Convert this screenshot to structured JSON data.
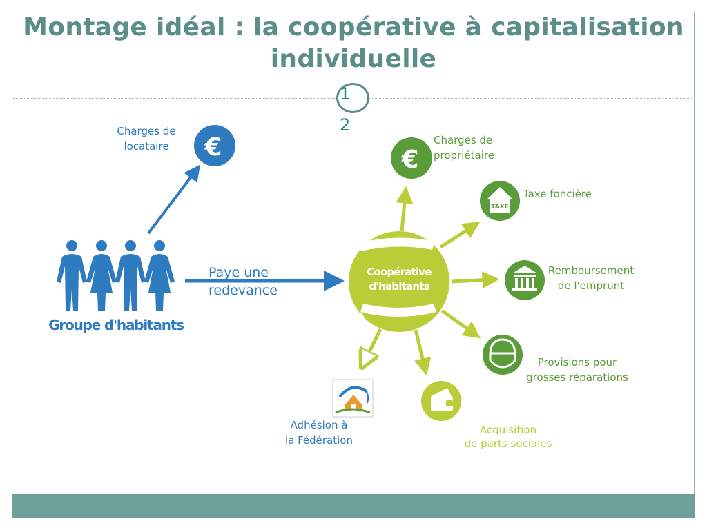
{
  "title": {
    "line1": "Montage idéal : la coopérative à capitalisation",
    "line2": "individuelle"
  },
  "slide_numbers": {
    "first": "1",
    "second": "2"
  },
  "colors": {
    "blue": "#2e7bbf",
    "green": "#5a9b3a",
    "lime": "#b8cd38",
    "title": "#5b8d89",
    "footer": "#6e9f9a"
  },
  "nodes": {
    "group": {
      "label": "Groupe d'habitants",
      "icon": "people-icon"
    },
    "cooperative": {
      "line1": "Coopérative",
      "line2": "d'habitants"
    },
    "tenant_charges": {
      "line1": "Charges de",
      "line2": "locataire",
      "icon": "euro-icon"
    },
    "redevance": {
      "line1": "Paye une",
      "line2": "redevance"
    },
    "owner_charges": {
      "line1": "Charges de",
      "line2": "propriétaire",
      "icon": "euro-icon"
    },
    "property_tax": {
      "label": "Taxe foncière",
      "icon": "tax-house-icon",
      "icon_text": "TAXE"
    },
    "loan": {
      "line1": "Remboursement",
      "line2": "de l'emprunt",
      "icon": "bank-icon"
    },
    "repairs": {
      "line1": "Provisions pour",
      "line2": "grosses réparations",
      "icon": "helmet-icon"
    },
    "shares": {
      "line1": "Acquisition",
      "line2": "de parts sociales",
      "icon": "wallet-icon"
    },
    "federation": {
      "line1": "Adhésion à",
      "line2": "la Fédération",
      "icon": "federation-logo-icon"
    }
  }
}
